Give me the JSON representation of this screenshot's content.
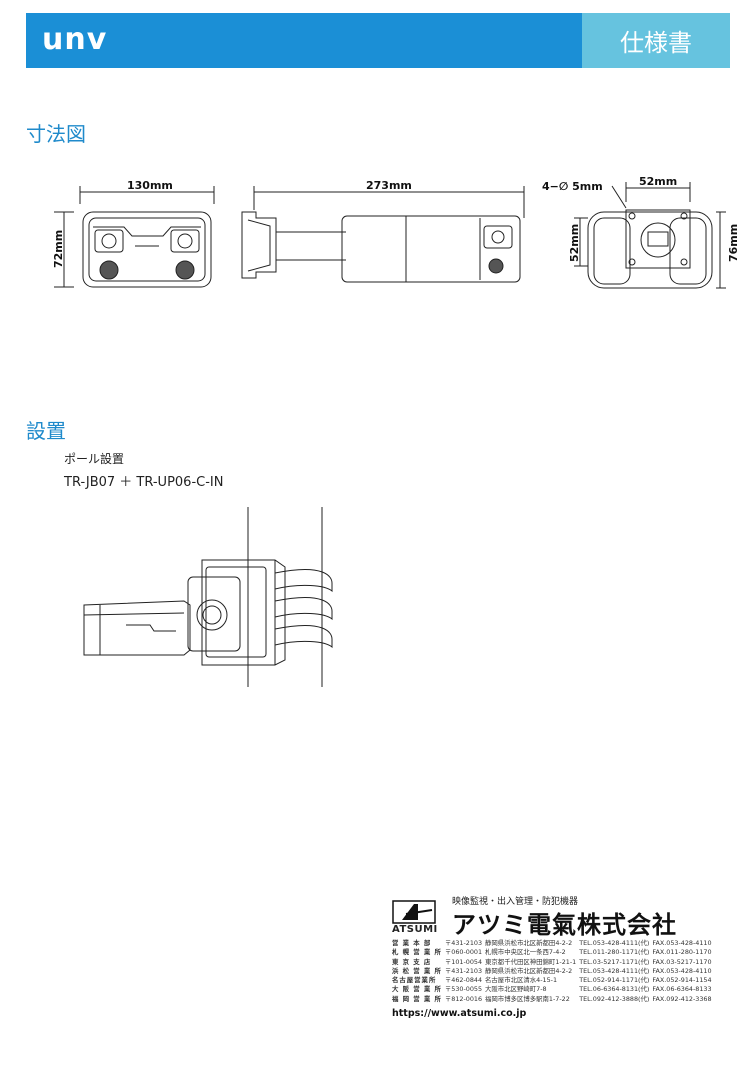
{
  "header": {
    "logo": "unv",
    "doc_label": "仕様書",
    "colors": {
      "bar": "#1b8fd6",
      "label_box": "#66c3df"
    }
  },
  "dimensions": {
    "title": "寸法図",
    "front_width": "130mm",
    "front_height": "72mm",
    "side_length": "273mm",
    "holes": "4−∅ 5mm",
    "mount_width": "52mm",
    "mount_height": "52mm",
    "base_height": "76mm"
  },
  "installation": {
    "title": "設置",
    "subtitle": "ポール設置",
    "parts": "TR-JB07 ＋ TR-UP06-C-IN"
  },
  "company": {
    "tagline": "映像監視・出入管理・防犯機器",
    "brand": "ATSUMI",
    "name": "アツミ電氣株式会社",
    "offices": [
      {
        "name": "営 業 本 部",
        "zip": "〒431-2103",
        "address": "静岡県浜松市北区新都田4-2-2",
        "tel": "TEL.053-428-4111(代)",
        "fax": "FAX.053-428-4110"
      },
      {
        "name": "札 幌 営 業 所",
        "zip": "〒060-0001",
        "address": "札幌市中央区北一条西7-4-2",
        "tel": "TEL.011-280-1171(代)",
        "fax": "FAX.011-280-1170"
      },
      {
        "name": "東 京 支 店",
        "zip": "〒101-0054",
        "address": "東京都千代田区神田錦町1-21-1",
        "tel": "TEL.03-5217-1171(代)",
        "fax": "FAX.03-5217-1170"
      },
      {
        "name": "浜 松 営 業 所",
        "zip": "〒431-2103",
        "address": "静岡県浜松市北区新都田4-2-2",
        "tel": "TEL.053-428-4111(代)",
        "fax": "FAX.053-428-4110"
      },
      {
        "name": "名古屋営業所",
        "zip": "〒462-0844",
        "address": "名古屋市北区清水4-15-1",
        "tel": "TEL.052-914-1171(代)",
        "fax": "FAX.052-914-1154"
      },
      {
        "name": "大 阪 営 業 所",
        "zip": "〒530-0055",
        "address": "大阪市北区野崎町7-8",
        "tel": "TEL.06-6364-8131(代)",
        "fax": "FAX.06-6364-8133"
      },
      {
        "name": "福 岡 営 業 所",
        "zip": "〒812-0016",
        "address": "福岡市博多区博多駅南1-7-22",
        "tel": "TEL.092-412-3888(代)",
        "fax": "FAX.092-412-3368"
      }
    ],
    "url": "https://www.atsumi.co.jp"
  }
}
